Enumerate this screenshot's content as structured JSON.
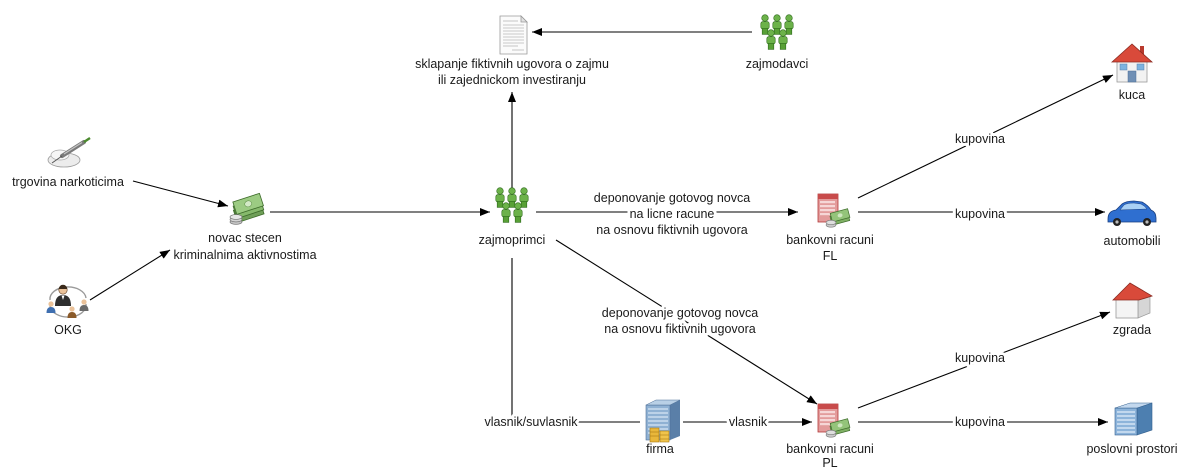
{
  "diagram": {
    "nodes": {
      "trgovina_narkoticima": {
        "label": "trgovina narkoticima",
        "icon": "drugs-syringe-icon"
      },
      "okg": {
        "label": "OKG",
        "icon": "criminal-group-icon"
      },
      "novac": {
        "label_lines": [
          "novac stecen",
          "kriminalnima aktivnostima"
        ],
        "icon": "money-icon"
      },
      "zajmoprimci": {
        "label": "zajmoprimci",
        "icon": "people-group-icon"
      },
      "ugovor": {
        "label_lines": [
          "sklapanje fiktivnih ugovora o zajmu",
          "ili zajednickom investiranju"
        ],
        "icon": "document-icon"
      },
      "zajmodavci": {
        "label": "zajmodavci",
        "icon": "people-group-icon"
      },
      "racuni_fl": {
        "label_lines": [
          "bankovni racuni",
          "FL"
        ],
        "icon": "bank-account-icon"
      },
      "racuni_pl": {
        "label_lines": [
          "bankovni racuni",
          "PL"
        ],
        "icon": "bank-account-icon"
      },
      "firma": {
        "label": "firma",
        "icon": "company-building-icon"
      },
      "kuca": {
        "label": "kuca",
        "icon": "house-icon"
      },
      "automobili": {
        "label": "automobili",
        "icon": "car-icon"
      },
      "zgrada": {
        "label": "zgrada",
        "icon": "building-icon"
      },
      "poslovni_prostori": {
        "label": "poslovni prostori",
        "icon": "office-building-icon"
      }
    },
    "edges": {
      "deponovanje_fl": [
        "deponovanje gotovog novca",
        "na licne racune",
        "na osnovu fiktivnih ugovora"
      ],
      "deponovanje_pl": [
        "deponovanje gotovog novca",
        "na osnovu fiktivnih ugovora"
      ],
      "vlasnik_suvlasnik": "vlasnik/suvlasnik",
      "vlasnik": "vlasnik",
      "fl_kuca": "kupovina",
      "fl_automobili": "kupovina",
      "pl_zgrada": "kupovina",
      "pl_poslovni_prostori": "kupovina"
    }
  },
  "colors": {
    "background": "#ffffff",
    "line": "#000000",
    "people": "#6cb24a",
    "bank_account": "#e39b9b",
    "roof": "#d94a3a",
    "car": "#2f6fd0",
    "office": "#6a98c8"
  }
}
